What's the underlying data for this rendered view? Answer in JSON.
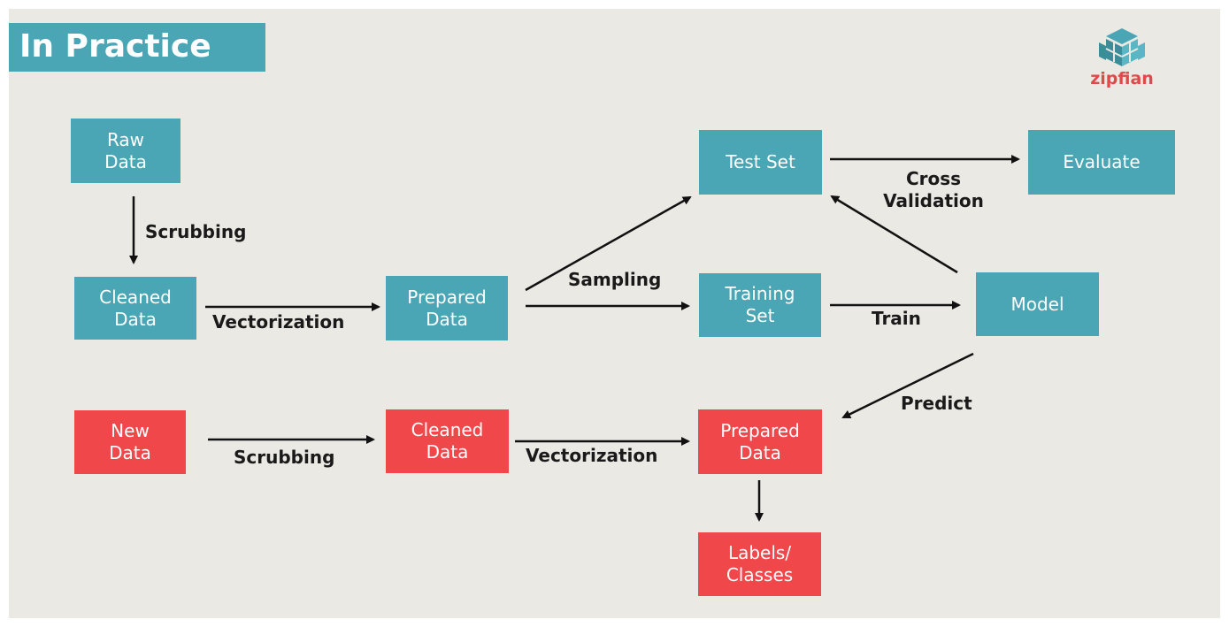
{
  "title": "In Practice",
  "logo": {
    "text": "zipfian",
    "icon": "zipfian-cube-logo"
  },
  "colors": {
    "teal": "#4aa6b5",
    "red": "#f0474b",
    "background": "#ebe9e4"
  },
  "nodes": {
    "raw_data": "Raw\nData",
    "cleaned_data": "Cleaned\nData",
    "prepared_data": "Prepared\nData",
    "test_set": "Test Set",
    "training_set": "Training\nSet",
    "evaluate": "Evaluate",
    "model": "Model",
    "new_data": "New\nData",
    "new_cleaned_data": "Cleaned\nData",
    "new_prepared_data": "Prepared\nData",
    "labels_classes": "Labels/\nClasses"
  },
  "edges": {
    "scrubbing_top": "Scrubbing",
    "vectorization_top": "Vectorization",
    "sampling": "Sampling",
    "cross_validation": "Cross\nValidation",
    "train": "Train",
    "predict": "Predict",
    "scrubbing_bottom": "Scrubbing",
    "vectorization_bottom": "Vectorization"
  }
}
